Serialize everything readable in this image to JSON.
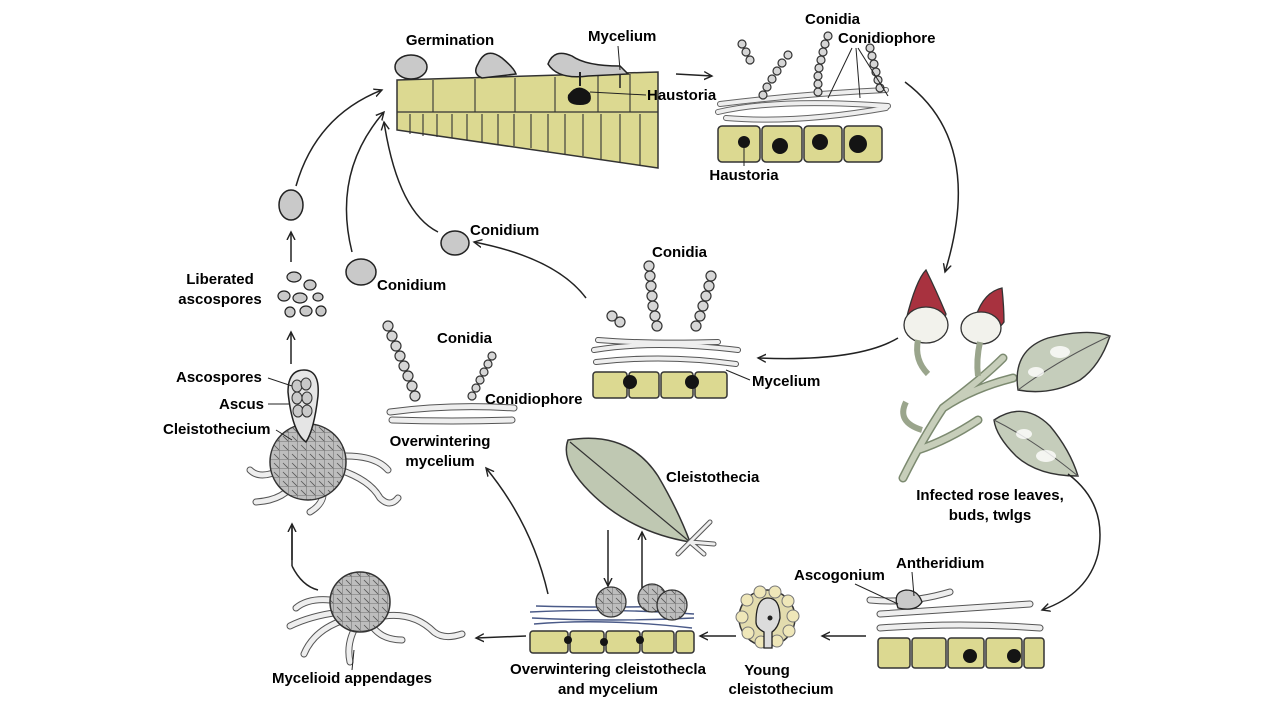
{
  "labels": {
    "germination": "Germination",
    "mycelium_top": "Mycelium",
    "haustoria_top": "Haustoria",
    "conidia_top": "Conidia",
    "conidiophore_top": "Conidiophore",
    "haustoria_tr": "Haustoria",
    "conidium_mid": "Conidium",
    "conidium_left": "Conidium",
    "conidia_center": "Conidia",
    "mycelium_center": "Mycelium",
    "liberated_line1": "Liberated",
    "liberated_line2": "ascospores",
    "ascospores": "Ascospores",
    "ascus": "Ascus",
    "cleistothecium": "Cleistothecium",
    "conidia_left": "Conidia",
    "conidiophore_left": "Conidiophore",
    "overwintering_myc_line1": "Overwintering",
    "overwintering_myc_line2": "mycelium",
    "cleistothecia": "Cleistothecia",
    "infected_line1": "Infected rose leaves,",
    "infected_line2": "buds, twlgs",
    "ascogonium": "Ascogonium",
    "antheridium": "Antheridium",
    "young_line1": "Young",
    "young_line2": "cleistothecium",
    "overwintering_cl_line1": "Overwintering cleistothecla",
    "overwintering_cl_line2": "and mycelium",
    "mycelioid": "Mycelioid appendages"
  },
  "colors": {
    "cell_fill": "#dcd991",
    "cell_stroke": "#333333",
    "spore_fill": "#c9c9c9",
    "hypha_fill": "#e9e9e9",
    "haustoria": "#141414",
    "bud_red": "#a8323f",
    "leaf_green": "#c5cdbb",
    "arrow": "#222222"
  }
}
